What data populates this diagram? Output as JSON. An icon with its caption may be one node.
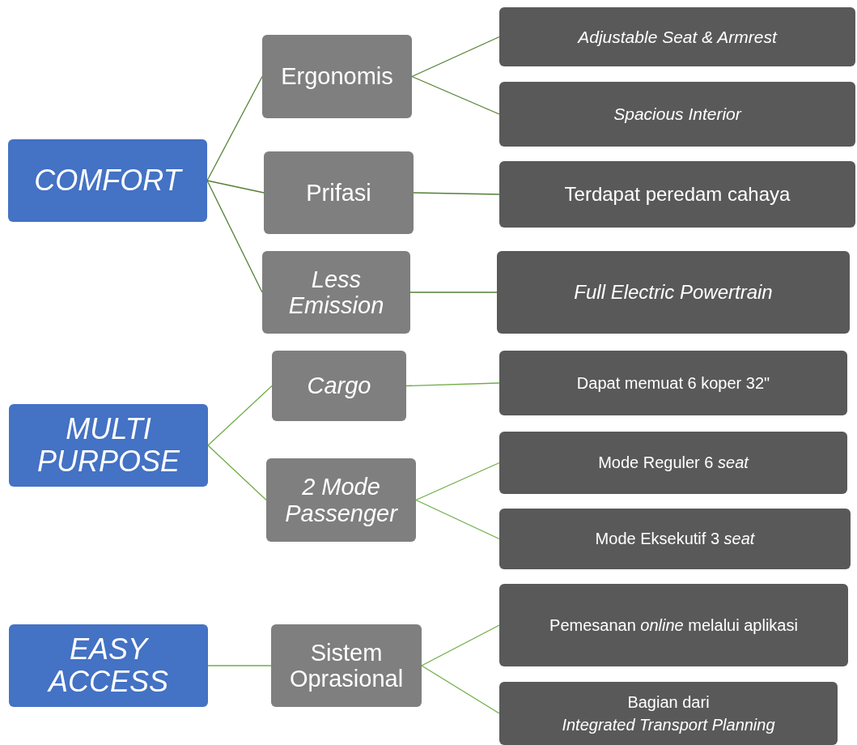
{
  "diagram": {
    "nodes": [
      {
        "text": [
          "COMFORT"
        ]
      },
      {
        "text": [
          "Ergonomis"
        ]
      },
      {
        "text": [
          "Adjustable Seat & Armrest"
        ]
      },
      {
        "text": [
          "Spacious Interior"
        ]
      },
      {
        "text": [
          "Prifasi"
        ]
      },
      {
        "text": [
          "Terdapat peredam cahaya"
        ]
      },
      {
        "text": [
          "Less Emission"
        ]
      },
      {
        "text": [
          "Full Electric Powertrain"
        ]
      },
      {
        "text": [
          "MULTI PURPOSE"
        ]
      },
      {
        "text": [
          "Cargo"
        ]
      },
      {
        "text": [
          "Dapat memuat 6 koper 32\""
        ]
      },
      {
        "text": [
          "2 Mode Passenger"
        ]
      },
      {
        "text": [
          "Mode Reguler 6 *seat*"
        ]
      },
      {
        "text": [
          "Mode Eksekutif 3 *seat*"
        ]
      },
      {
        "text": [
          "EASY ACCESS"
        ]
      },
      {
        "text": [
          "Sistem Oprasional"
        ]
      },
      {
        "text": [
          "Pemesanan *online* melalui aplikasi"
        ]
      },
      {
        "text": [
          "Bagian dari",
          "Integrated Transport Planning"
        ]
      }
    ],
    "edges": [
      {
        "from": 0,
        "to": 1,
        "arrow": "none",
        "color": "#538135"
      },
      {
        "from": 0,
        "to": 4,
        "arrow": "none",
        "color": "#538135"
      },
      {
        "from": 0,
        "to": 6,
        "arrow": "none",
        "color": "#538135"
      },
      {
        "from": 1,
        "to": 2,
        "arrow": "none",
        "color": "#538135"
      },
      {
        "from": 1,
        "to": 3,
        "arrow": "none",
        "color": "#538135"
      },
      {
        "from": 4,
        "to": 5,
        "arrow": "none",
        "color": "#538135"
      },
      {
        "from": 6,
        "to": 7,
        "arrow": "none",
        "color": "#538135"
      },
      {
        "from": 8,
        "to": 9,
        "arrow": "none"
      },
      {
        "from": 8,
        "to": 11,
        "arrow": "none"
      },
      {
        "from": 9,
        "to": 10,
        "arrow": "none"
      },
      {
        "from": 11,
        "to": 12,
        "arrow": "none"
      },
      {
        "from": 11,
        "to": 13,
        "arrow": "none"
      },
      {
        "from": 14,
        "to": 15,
        "arrow": "none"
      },
      {
        "from": 15,
        "to": 16,
        "arrow": "none"
      },
      {
        "from": 15,
        "to": 17,
        "arrow": "none"
      }
    ]
  }
}
